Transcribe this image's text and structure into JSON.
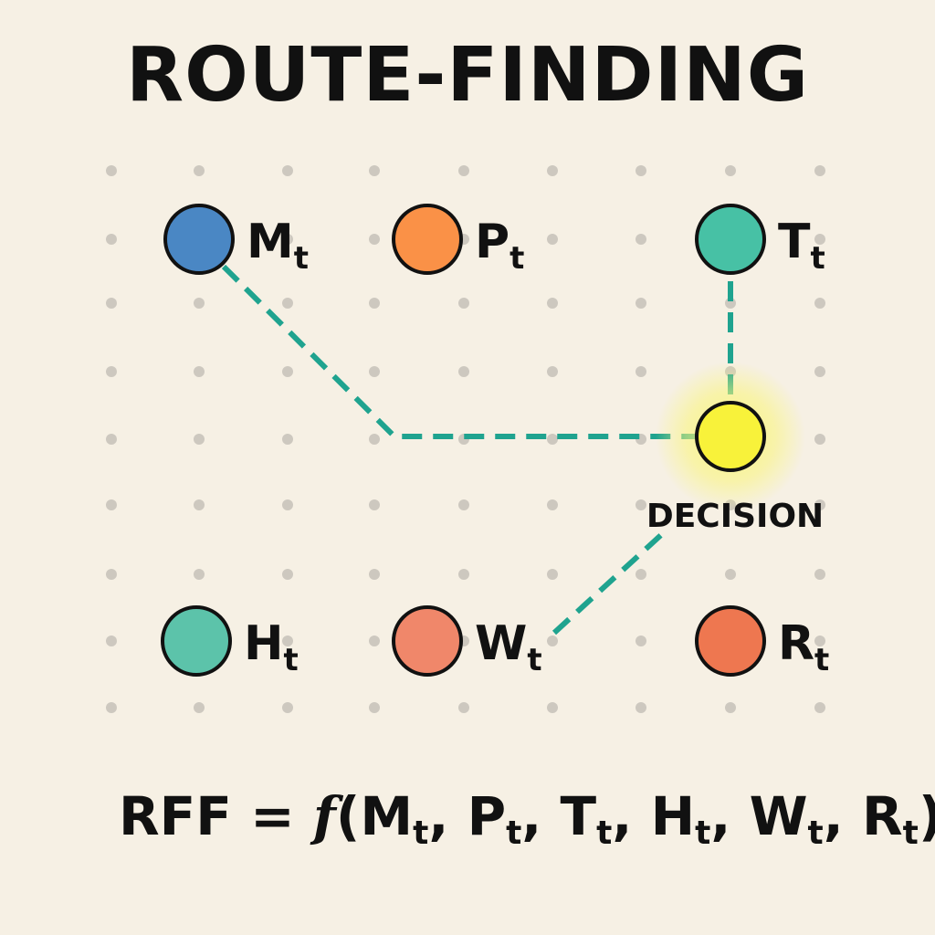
{
  "title": "ROUTE-FINDING",
  "colors": {
    "background": "#f6f0e4",
    "grid_dot": "#cdc8bf",
    "path": "#1fa38f",
    "outline": "#111111",
    "highlight": "#f8f23a",
    "highlight_glow": "#f9f57a"
  },
  "nodes": [
    {
      "id": "M",
      "main": "M",
      "sub": "t",
      "color": "#4a87c4"
    },
    {
      "id": "P",
      "main": "P",
      "sub": "t",
      "color": "#fa9147"
    },
    {
      "id": "T",
      "main": "T",
      "sub": "t",
      "color": "#47c1a5"
    },
    {
      "id": "H",
      "main": "H",
      "sub": "t",
      "color": "#5cc3aa"
    },
    {
      "id": "W",
      "main": "W",
      "sub": "t",
      "color": "#f0876a"
    },
    {
      "id": "R",
      "main": "R",
      "sub": "t",
      "color": "#ee7750"
    }
  ],
  "decision": {
    "label": "DECISION",
    "color": "#f8f23a"
  },
  "connections": [
    {
      "from": "M",
      "to": "DECISION",
      "style": "dashed"
    },
    {
      "from": "T",
      "to": "DECISION",
      "style": "dashed"
    },
    {
      "from": "W",
      "to": "DECISION",
      "style": "dashed"
    }
  ],
  "formula": {
    "lhs": "RFF",
    "equals": "=",
    "fn": "f",
    "open": "(",
    "close": ")",
    "args": [
      {
        "main": "M",
        "sub": "t"
      },
      {
        "main": "P",
        "sub": "t"
      },
      {
        "main": "T",
        "sub": "t"
      },
      {
        "main": "H",
        "sub": "t"
      },
      {
        "main": "W",
        "sub": "t"
      },
      {
        "main": "R",
        "sub": "t"
      }
    ]
  }
}
